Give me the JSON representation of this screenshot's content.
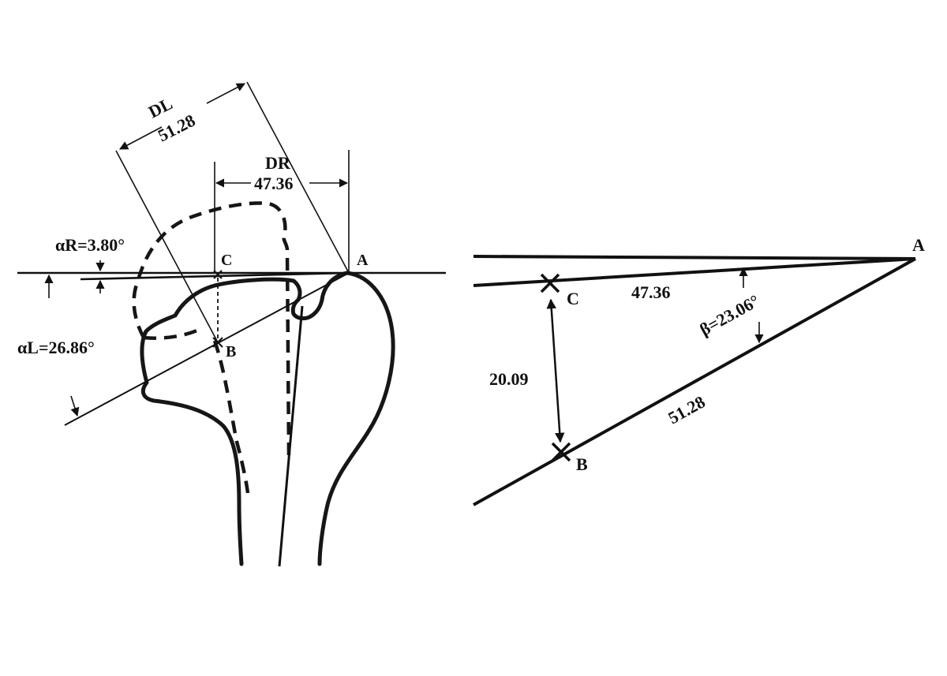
{
  "left_figure": {
    "dl_label": "DL",
    "dl_value": "51.28",
    "dr_label": "DR",
    "dr_value": "47.36",
    "alpha_r": "αR=3.80°",
    "alpha_l": "αL=26.86°",
    "point_a": "A",
    "point_b": "B",
    "point_c": "C"
  },
  "right_figure": {
    "point_a": "A",
    "point_b": "B",
    "point_c": "C",
    "ac_length": "47.36",
    "ab_length": "51.28",
    "bc_length": "20.09",
    "beta": "β=23.06°"
  }
}
